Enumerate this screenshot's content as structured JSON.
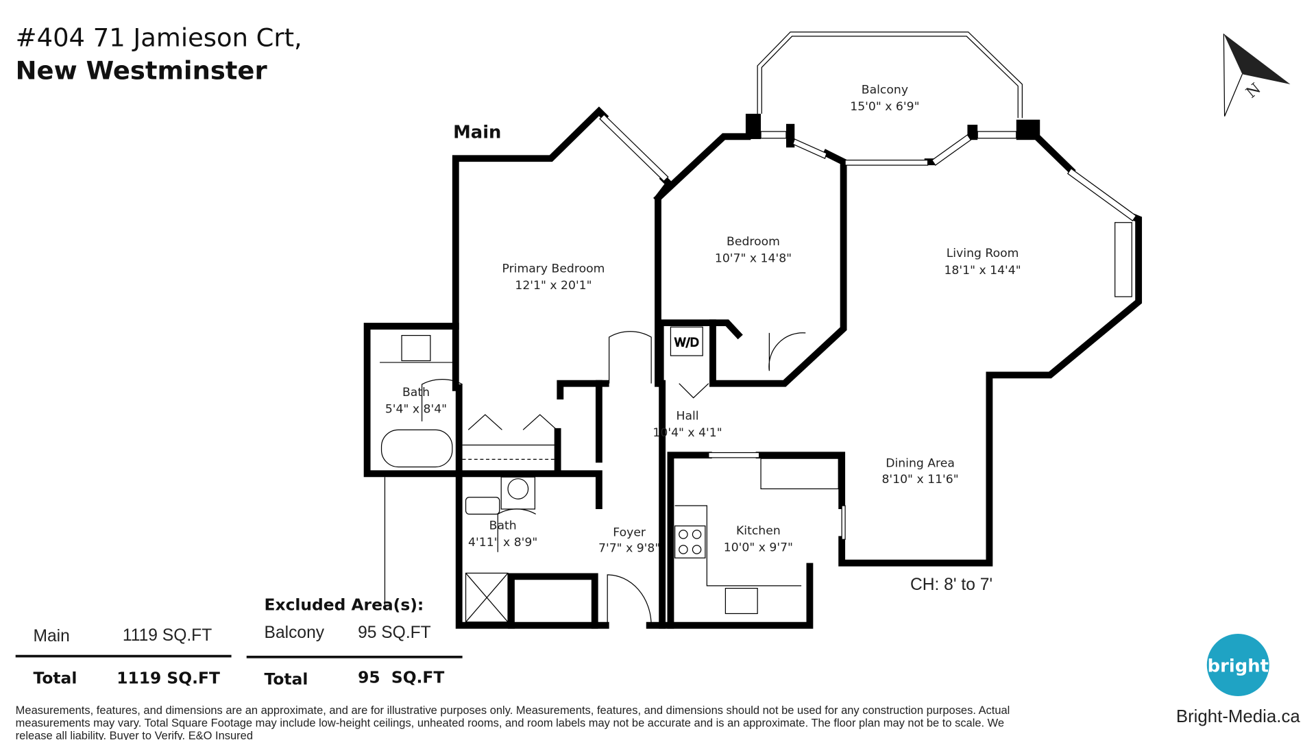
{
  "header": {
    "address_line1": "#404 71 Jamieson Crt,",
    "address_line2": "New Westminster"
  },
  "floor_label": "Main",
  "compass": {
    "letter": "N"
  },
  "rooms": [
    {
      "name": "Balcony",
      "dims": "15'0\" x 6'9\""
    },
    {
      "name": "Primary Bedroom",
      "dims": "12'1\" x 20'1\""
    },
    {
      "name": "Bedroom",
      "dims": "10'7\" x 14'8\""
    },
    {
      "name": "Living Room",
      "dims": "18'1\" x 14'4\""
    },
    {
      "name": "Bath",
      "dims": "5'4\" x 8'4\""
    },
    {
      "name": "Hall",
      "dims": "10'4\" x 4'1\""
    },
    {
      "name": "Dining Area",
      "dims": "8'10\" x 11'6\""
    },
    {
      "name": "Bath",
      "dims": "4'11\" x 8'9\""
    },
    {
      "name": "Foyer",
      "dims": "7'7\" x 9'8\""
    },
    {
      "name": "Kitchen",
      "dims": "10'0\" x 9'7\""
    }
  ],
  "fixtures": {
    "wd": "W/D"
  },
  "ceiling_height": "CH: 8' to 7'",
  "areas": {
    "main_label": "Main",
    "main_value": "1119 SQ.FT",
    "total_label": "Total",
    "total_value": "1119 SQ.FT",
    "excluded_title": "Excluded Area(s):",
    "balcony_label": "Balcony",
    "balcony_value": "95 SQ.FT",
    "excluded_total_label": "Total",
    "excluded_total_value": "95  SQ.FT"
  },
  "disclaimer": [
    "Measurements, features, and dimensions are an approximate, and are for illustrative purposes only. Measurements, features, and dimensions should not be used for any construction purposes. Actual",
    "measurements may vary. Total Square Footage may include low-height ceilings, unheated rooms, and room labels may not be accurate and is an approximate. The floor plan may not be to scale. We",
    "release all liability. Buyer to Verify. E&O Insured"
  ],
  "brand": {
    "logo_text": "bright",
    "website": "Bright-Media.ca",
    "color": "#1fa3c4"
  }
}
